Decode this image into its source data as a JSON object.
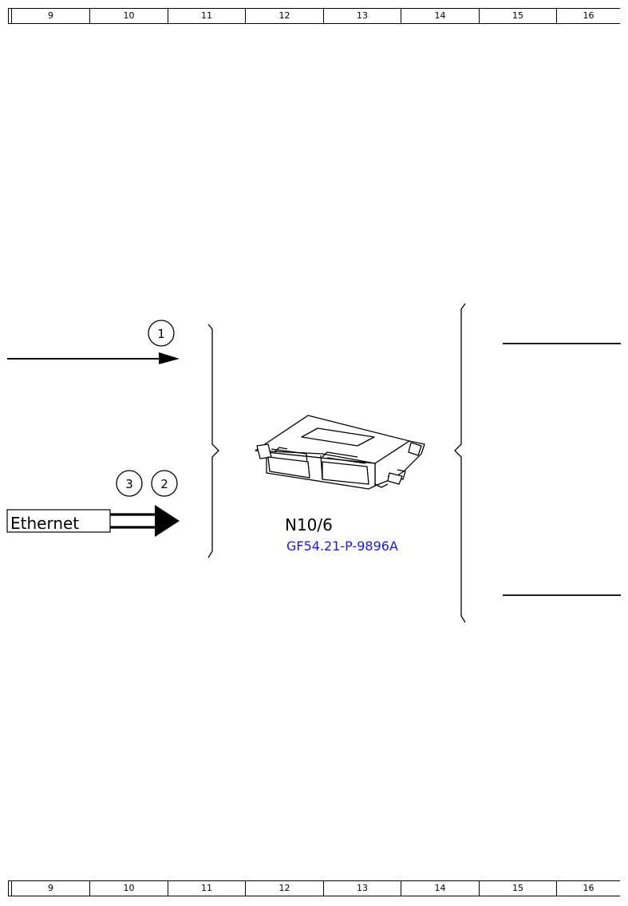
{
  "ruler": {
    "columns": [
      "9",
      "10",
      "11",
      "12",
      "13",
      "14",
      "15",
      "16"
    ]
  },
  "signals": {
    "callout_1": "1",
    "callout_2": "2",
    "callout_3": "3",
    "ethernet_label": "Ethernet"
  },
  "component": {
    "designation": "N10/6",
    "reference_link": "GF54.21-P-9896A"
  },
  "colors": {
    "line": "#000000",
    "link": "#1a1ad6"
  },
  "icons": {
    "component": "control-unit-icon"
  }
}
